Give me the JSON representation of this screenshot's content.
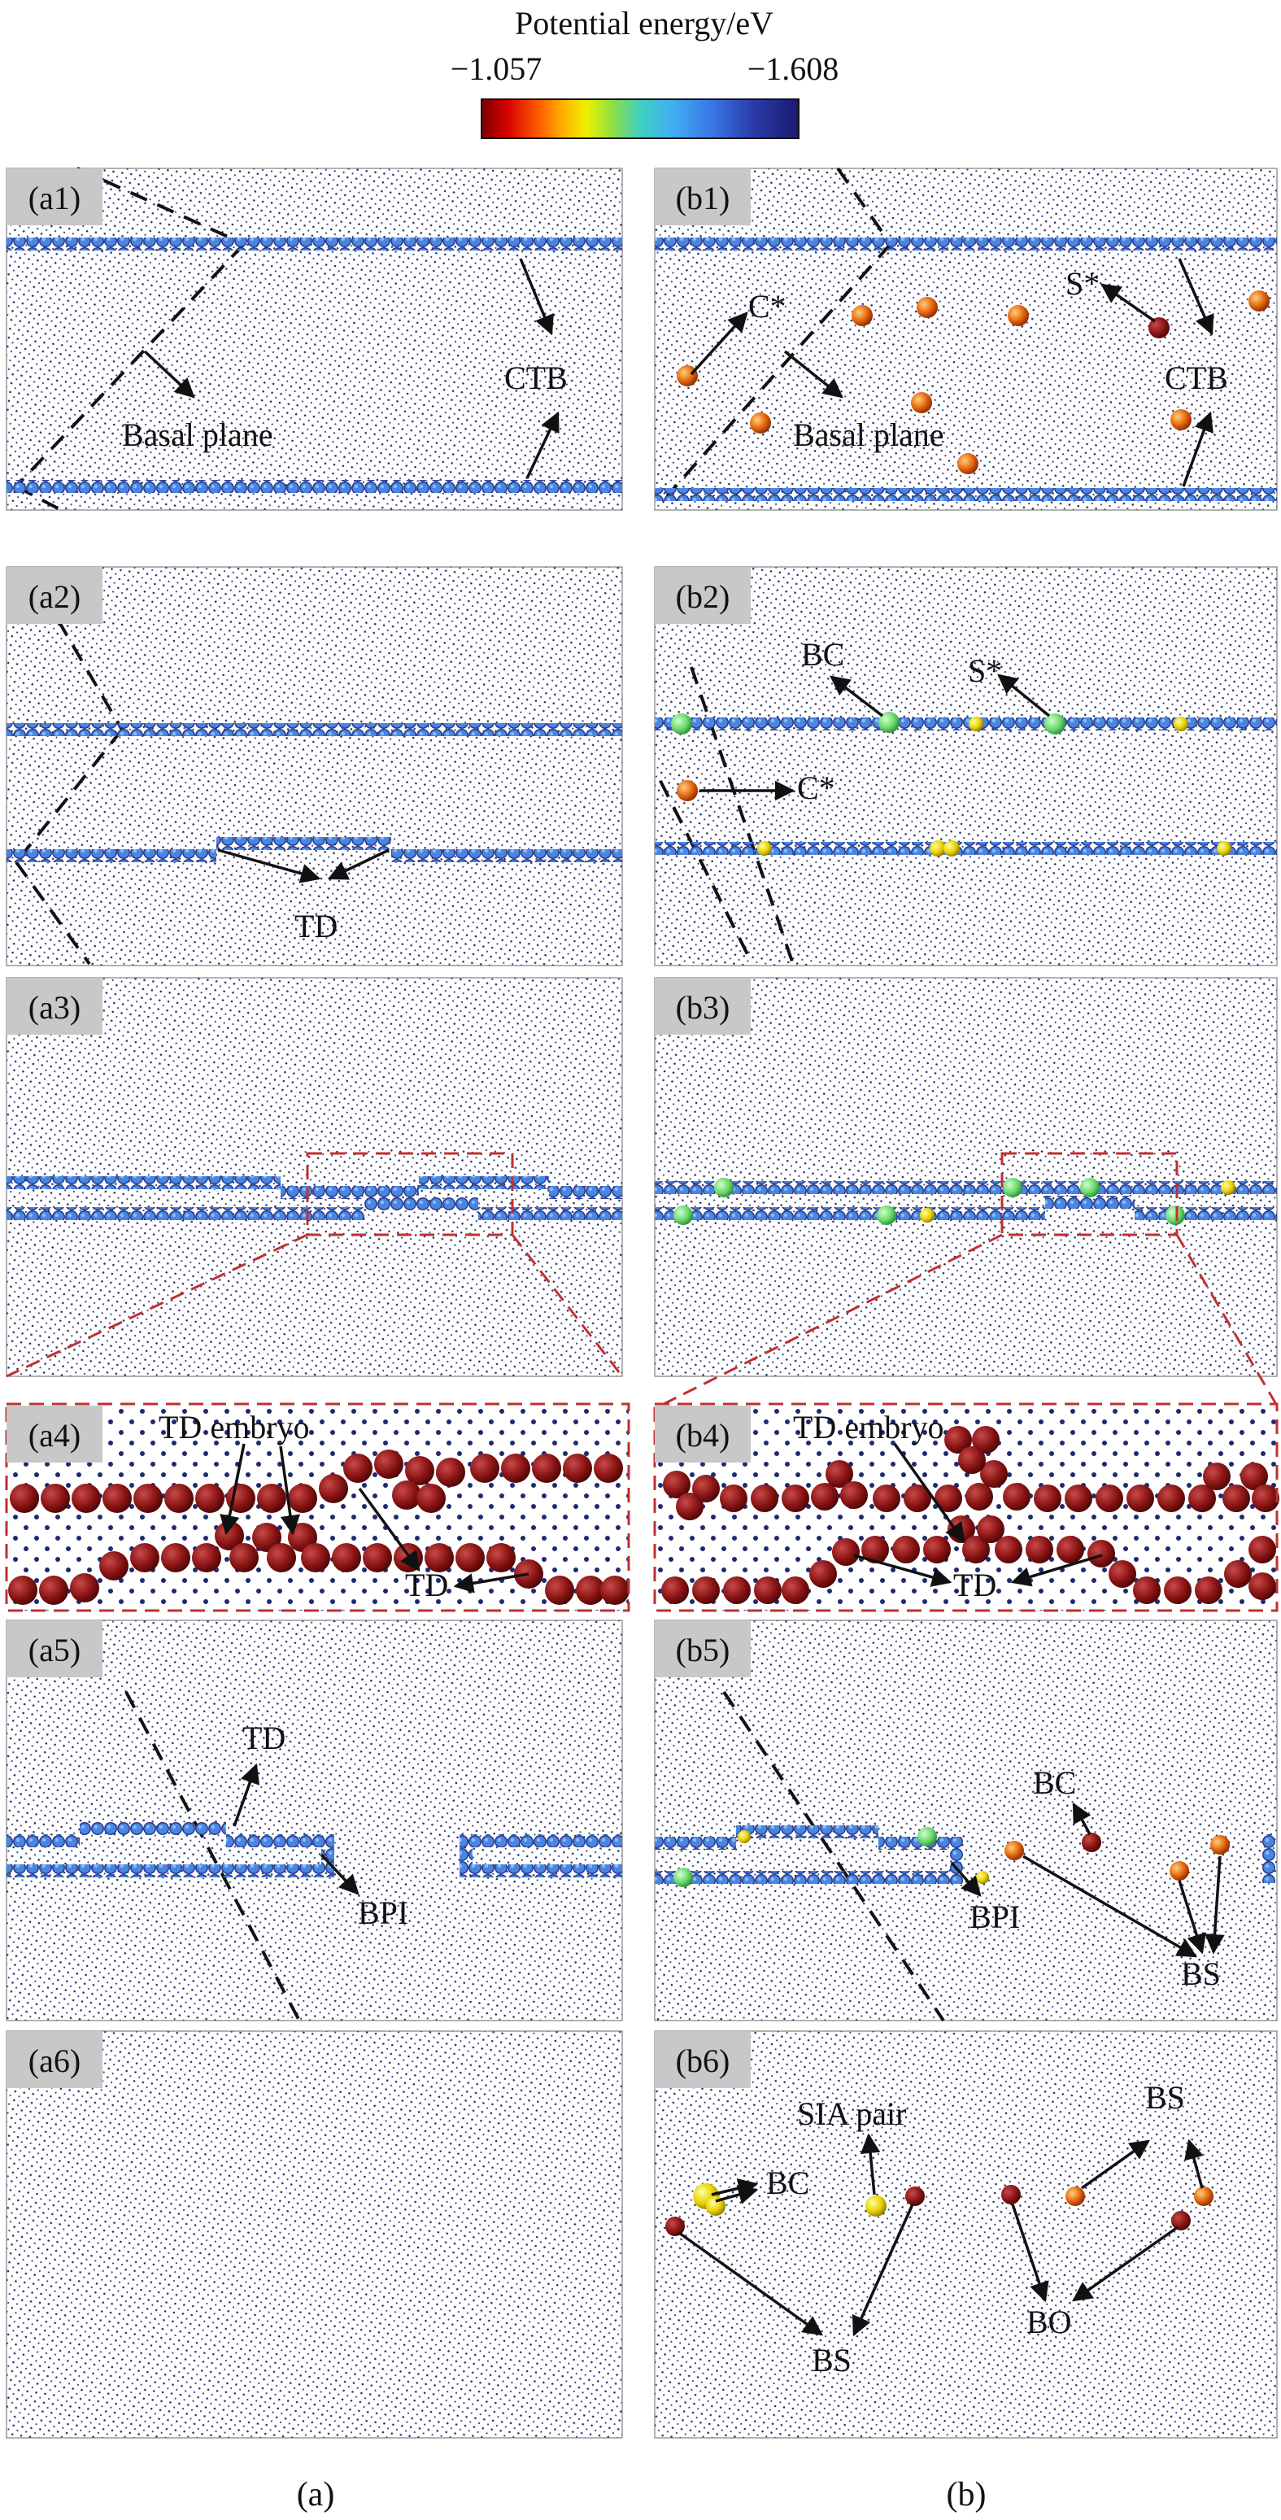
{
  "colorbar": {
    "title": "Potential energy/eV",
    "min_label": "−1.057",
    "max_label": "−1.608",
    "stops": [
      "#7a0000",
      "#d40000",
      "#ff5a00",
      "#ffb400",
      "#f0f000",
      "#90e040",
      "#40d0c0",
      "#40b0f0",
      "#3a7ae8",
      "#2a3aa8",
      "#1a1a70"
    ]
  },
  "panels": {
    "a1": {
      "tag": "(a1)",
      "labels": {
        "basal": "Basal plane",
        "ctb": "CTB"
      }
    },
    "a2": {
      "tag": "(a2)",
      "labels": {
        "td": "TD"
      }
    },
    "a3": {
      "tag": "(a3)"
    },
    "a4": {
      "tag": "(a4)",
      "labels": {
        "embryo": "TD embryo",
        "td": "TD"
      }
    },
    "a5": {
      "tag": "(a5)",
      "labels": {
        "td": "TD",
        "bpi": "BPI"
      }
    },
    "a6": {
      "tag": "(a6)"
    },
    "b1": {
      "tag": "(b1)",
      "labels": {
        "c": "C*",
        "s": "S*",
        "basal": "Basal plane",
        "ctb": "CTB"
      }
    },
    "b2": {
      "tag": "(b2)",
      "labels": {
        "bc": "BC",
        "s": "S*",
        "c": "C*"
      }
    },
    "b3": {
      "tag": "(b3)"
    },
    "b4": {
      "tag": "(b4)",
      "labels": {
        "embryo": "TD embryo",
        "td": "TD"
      }
    },
    "b5": {
      "tag": "(b5)",
      "labels": {
        "bc": "BC",
        "bpi": "BPI",
        "bs": "BS"
      }
    },
    "b6": {
      "tag": "(b6)",
      "labels": {
        "sia": "SIA pair",
        "bc": "BC",
        "bs1": "BS",
        "bs2": "BS",
        "bo": "BO"
      }
    }
  },
  "columns": {
    "a": "(a)",
    "b": "(b)"
  },
  "colors": {
    "boundary": "#4a78d8",
    "boundary_dark": "#2c3fa8",
    "green_atom": "#7ee07e",
    "dark_red_atom": "#7a1010",
    "red_atom": "#e02010",
    "orange_atom": "#f07820",
    "yellow_atom": "#f0d000",
    "zoom_dash": "#c03030"
  }
}
